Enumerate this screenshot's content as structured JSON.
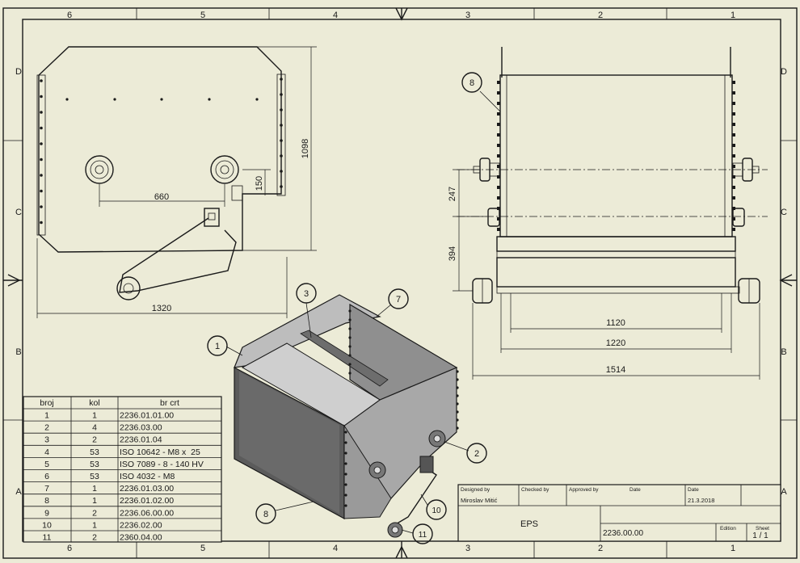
{
  "zones": {
    "columns": [
      "6",
      "5",
      "4",
      "3",
      "2",
      "1"
    ],
    "rows": [
      "D",
      "C",
      "B",
      "A"
    ]
  },
  "dimensions": {
    "top_view": {
      "height": "1098",
      "offset": "150",
      "center_distance": "660",
      "overall_width": "1320"
    },
    "side_view": {
      "d247": "247",
      "d394": "394",
      "w1120": "1120",
      "w1220": "1220",
      "w1514": "1514"
    }
  },
  "balloons": [
    "1",
    "2",
    "3",
    "7",
    "8",
    "10",
    "11",
    "8"
  ],
  "bom": {
    "headers": [
      "broj",
      "kol",
      "br crt"
    ],
    "rows": [
      [
        "1",
        "1",
        "2236.01.01.00"
      ],
      [
        "2",
        "4",
        "2236.03.00"
      ],
      [
        "3",
        "2",
        "2236.01.04"
      ],
      [
        "4",
        "53",
        "ISO 10642 - M8 x  25"
      ],
      [
        "5",
        "53",
        "ISO 7089 - 8 - 140 HV"
      ],
      [
        "6",
        "53",
        "ISO 4032 - M8"
      ],
      [
        "7",
        "1",
        "2236.01.03.00"
      ],
      [
        "8",
        "1",
        "2236.01.02.00"
      ],
      [
        "9",
        "2",
        "2236.06.00.00"
      ],
      [
        "10",
        "1",
        "2236.02.00"
      ],
      [
        "11",
        "2",
        "2360.04.00"
      ]
    ]
  },
  "title_block": {
    "designed_by_label": "Designed by",
    "designed_by": "Miroslav Mitić",
    "checked_by_label": "Checked by",
    "approved_by_label": "Approved by",
    "date_label": "Date",
    "date_label_2": "Date",
    "date": "21.3.2018",
    "title": "EPS",
    "drawing_number": "2236.00.00",
    "edition_label": "Edition",
    "sheet_label": "Sheet",
    "sheet": "1 / 1"
  }
}
